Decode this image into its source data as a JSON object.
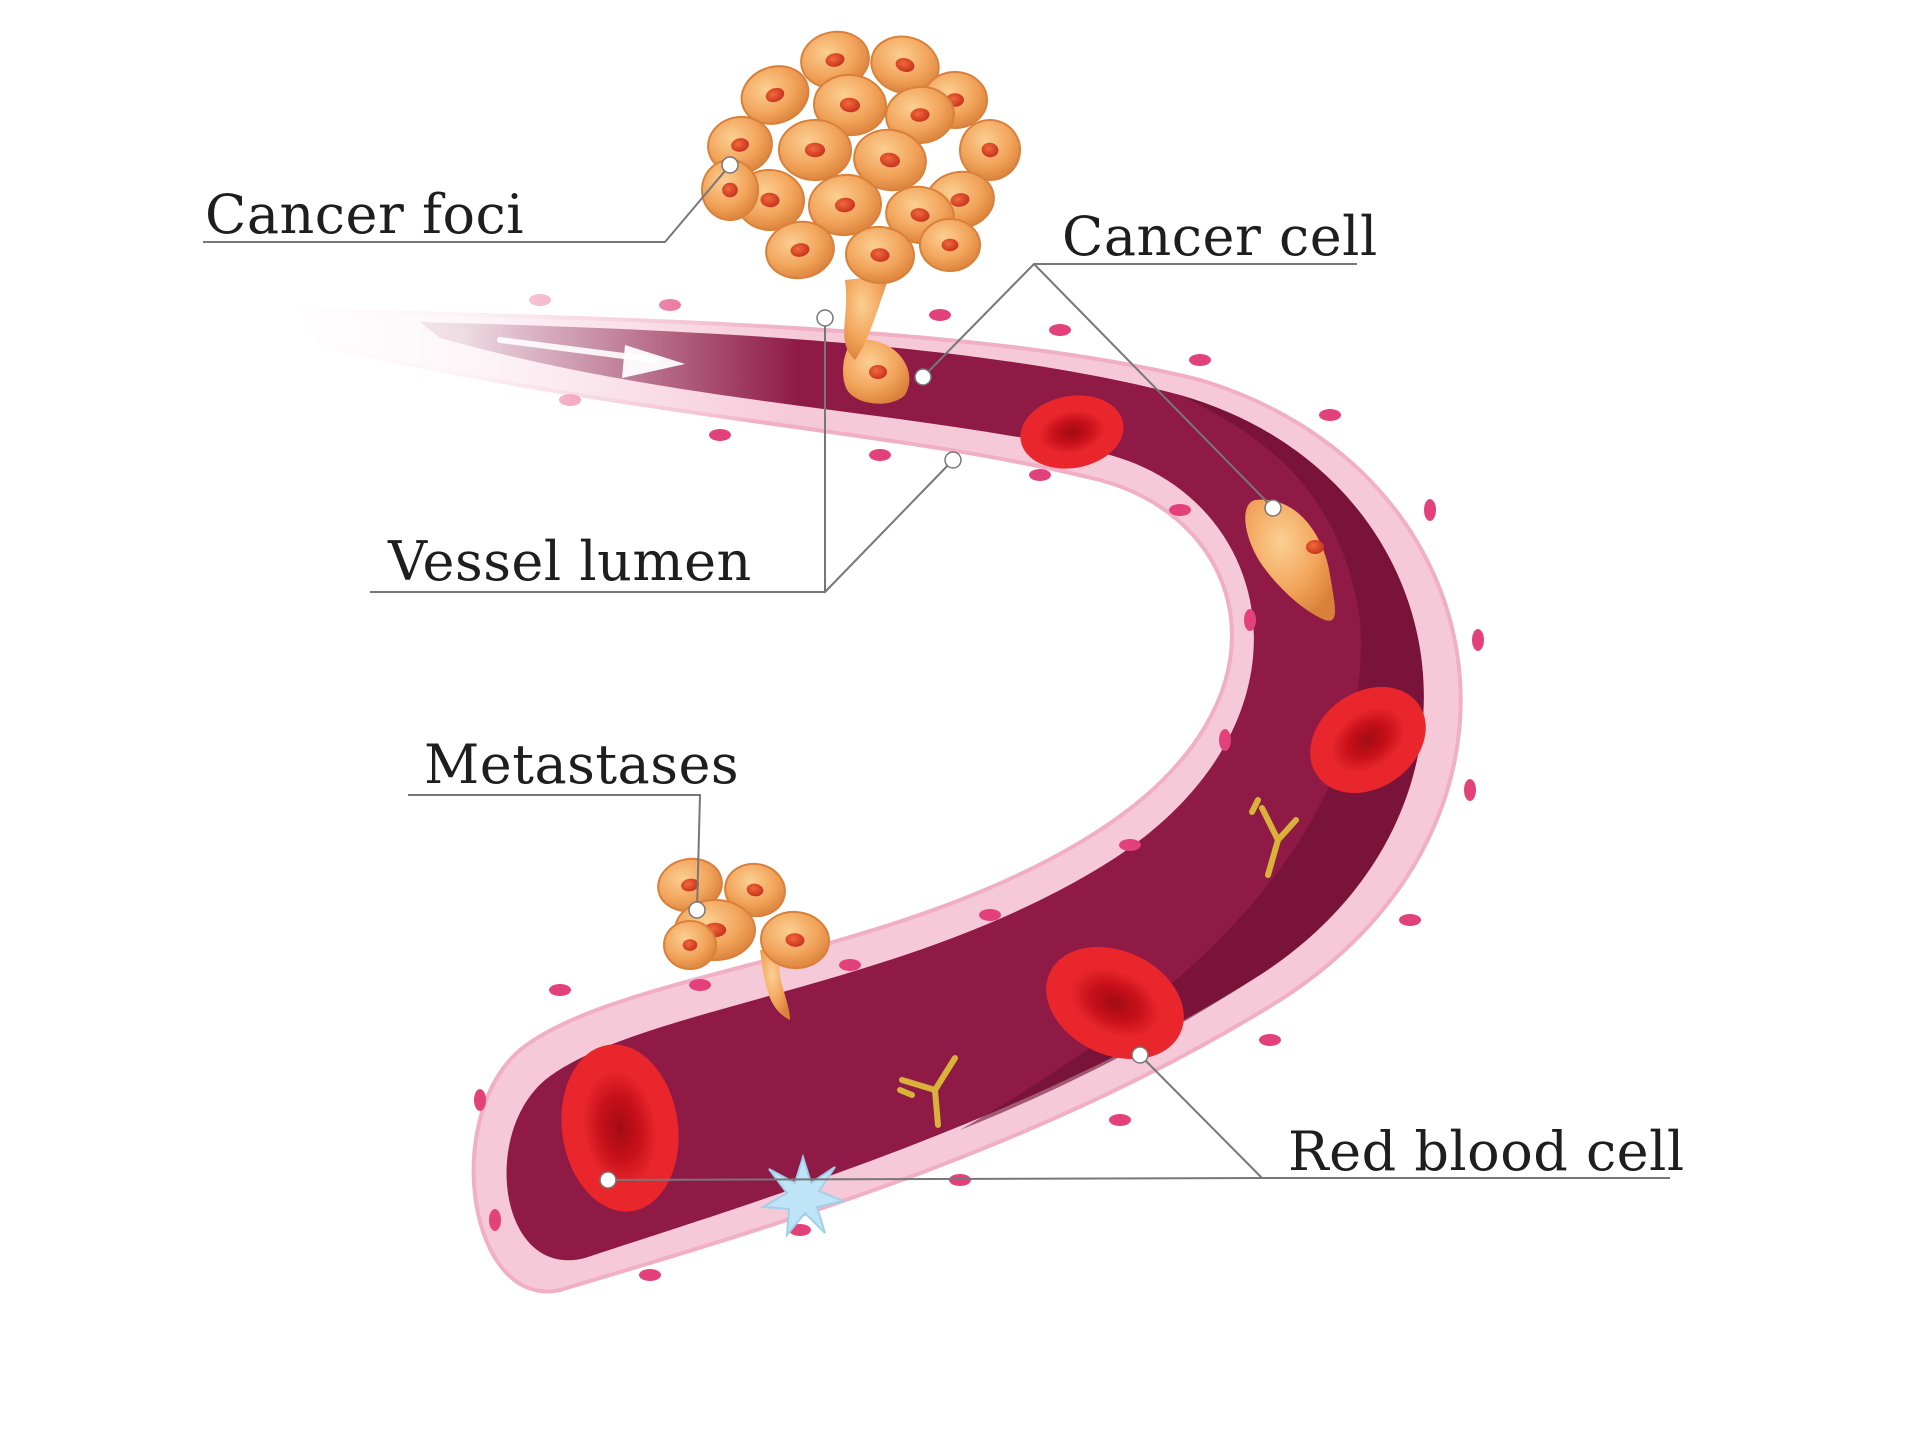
{
  "labels": {
    "cancer_foci": "Cancer foci",
    "cancer_cell": "Cancer cell",
    "vessel_lumen": "Vessel lumen",
    "metastases": "Metastases",
    "red_blood_cell": "Red blood cell"
  },
  "colors": {
    "vessel_wall": "#f6c9d8",
    "vessel_lumen": "#8e1a45",
    "red_blood_cell": "#d6141c",
    "cancer_cell": "#f3a35c",
    "cell_nucleus": "#e04a2a",
    "antibody": "#d9b23a",
    "platelet": "#bfe4f7",
    "leader_line": "#777777"
  }
}
